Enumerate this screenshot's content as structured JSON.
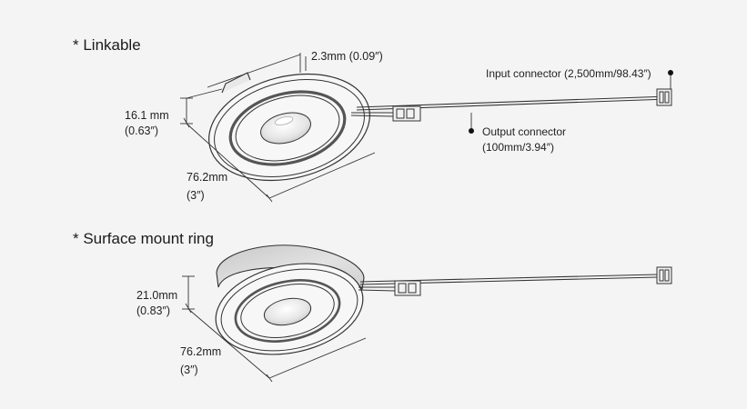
{
  "sections": {
    "linkable": {
      "title": "* Linkable",
      "depth_dim": "2.3mm (0.09″)",
      "height_dim_line1": "16.1 mm",
      "height_dim_line2": "(0.63″)",
      "diameter_dim_line1": "76.2mm",
      "diameter_dim_line2": "(3″)",
      "input_connector": "Input connector (2,500mm/98.43″)",
      "output_connector_line1": "Output connector",
      "output_connector_line2": "(100mm/3.94″)"
    },
    "surface": {
      "title": "* Surface mount ring",
      "height_dim_line1": "21.0mm",
      "height_dim_line2": "(0.83″)",
      "diameter_dim_line1": "76.2mm",
      "diameter_dim_line2": "(3″)"
    }
  },
  "colors": {
    "background": "#f4f4f4",
    "line": "#333333",
    "housing_shade": "#d9d9d9",
    "lens": "#e9e9e9"
  }
}
